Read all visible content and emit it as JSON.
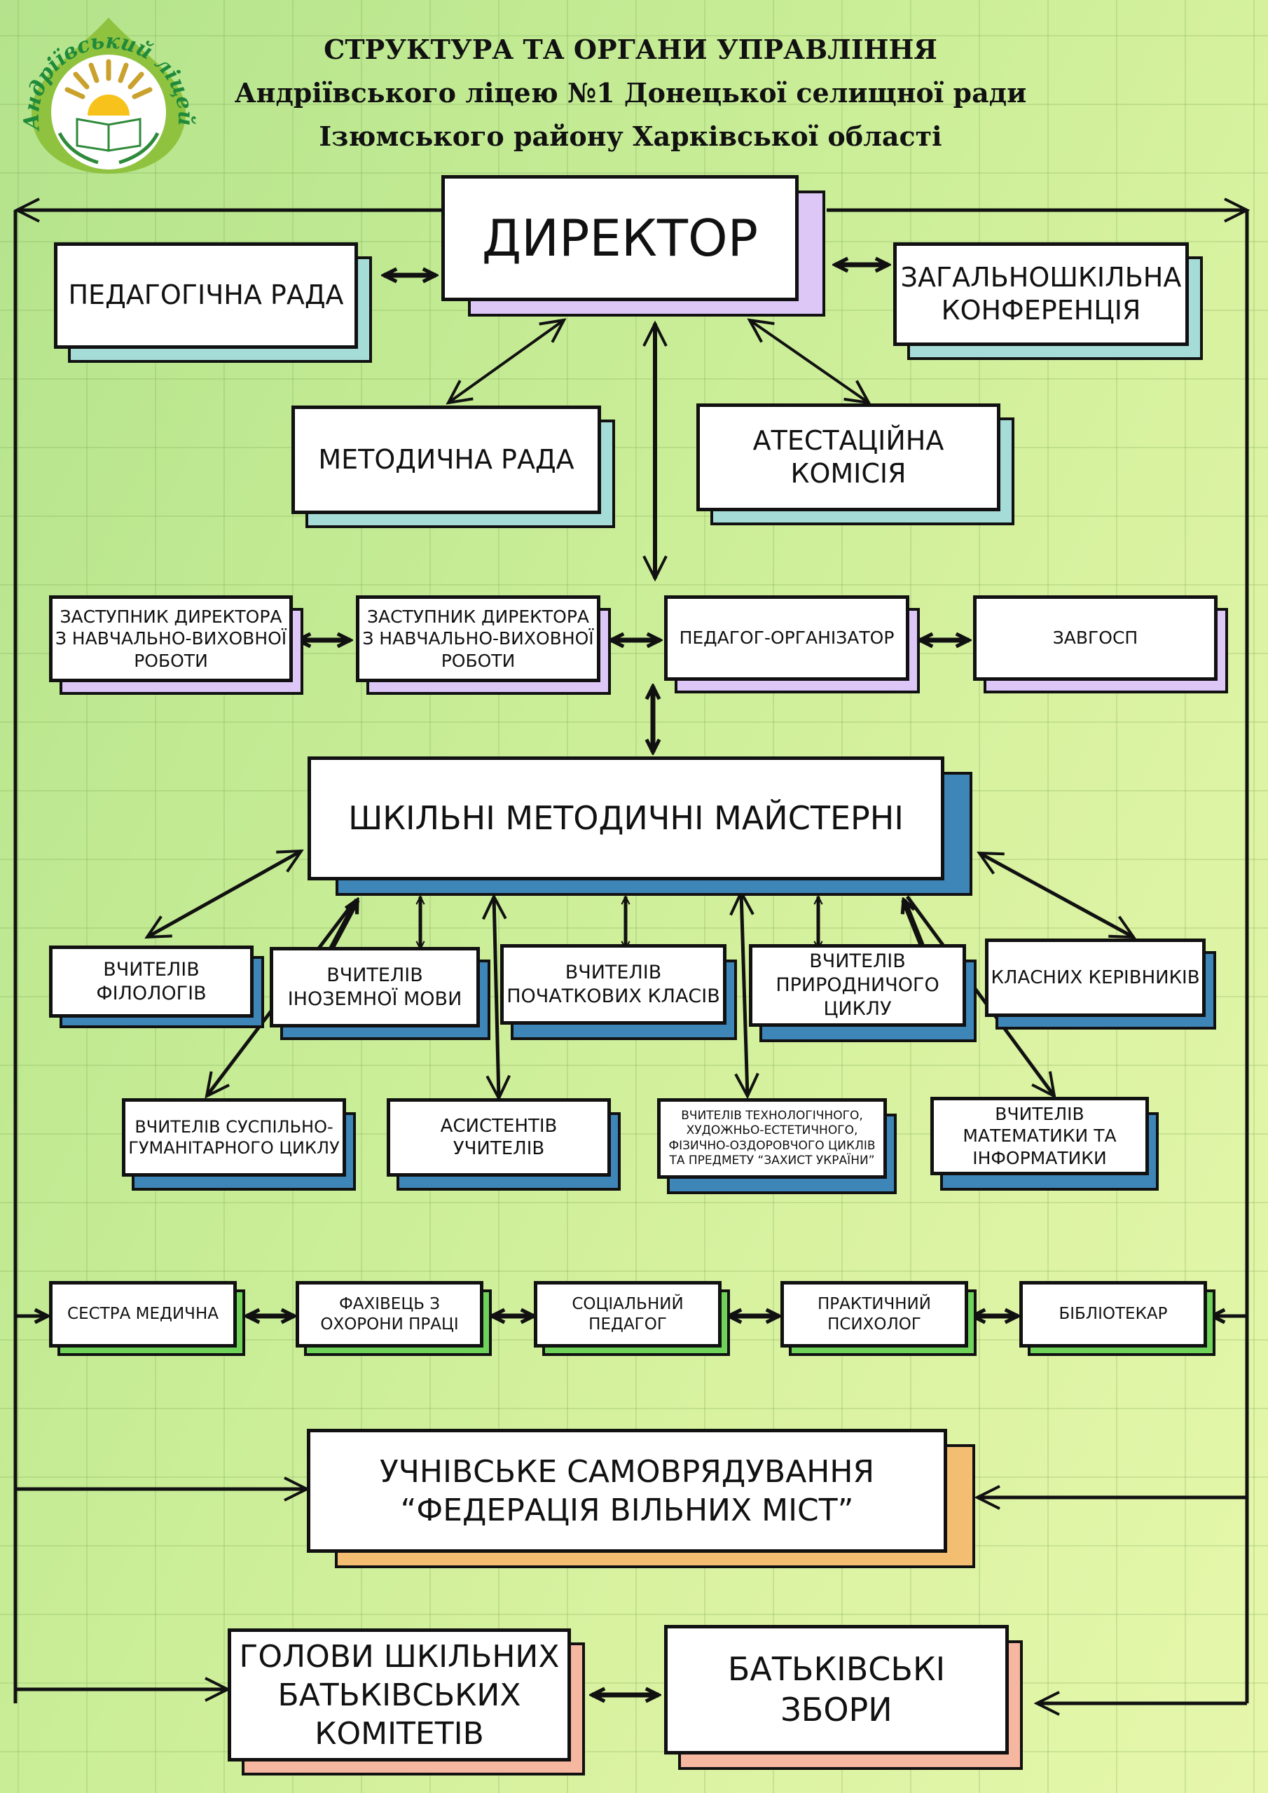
{
  "header": {
    "line1": "СТРУКТУРА ТА ОРГАНИ УПРАВЛІННЯ",
    "line2": "Андріївського ліцею №1 Донецької селищної ради",
    "line3": "Ізюмського району Харківської області"
  },
  "logo": {
    "icon": "school-emblem-icon",
    "arc_text": "Андріївський ліцей №1"
  },
  "colors": {
    "shadow_teal": "#a6dcd8",
    "shadow_lilac": "#dcc7f7",
    "shadow_blue": "#3f86b8",
    "shadow_green": "#6fd35a",
    "shadow_orange": "#f4be72",
    "shadow_salmon": "#f6b7a0",
    "line": "#111111"
  },
  "nodes": {
    "director": "ДИРЕКТОР",
    "ped_council": "ПЕДАГОГІЧНА РАДА",
    "general_conference": "ЗАГАЛЬНОШКІЛЬНА КОНФЕРЕНЦІЯ",
    "method_council": "МЕТОДИЧНА РАДА",
    "attestation": "АТЕСТАЦІЙНА КОМІСІЯ",
    "deputy_1": "ЗАСТУПНИК ДИРЕКТОРА З НАВЧАЛЬНО-ВИХОВНОЇ РОБОТИ",
    "deputy_2": "ЗАСТУПНИК ДИРЕКТОРА З НАВЧАЛЬНО-ВИХОВНОЇ РОБОТИ",
    "ped_organizer": "ПЕДАГОГ-ОРГАНІЗАТОР",
    "supply_manager": "ЗАВГОСП",
    "workshops": "ШКІЛЬНІ МЕТОДИЧНІ МАЙСТЕРНІ",
    "philologists": "ВЧИТЕЛІВ ФІЛОЛОГІВ",
    "foreign_lang": "ВЧИТЕЛІВ ІНОЗЕМНОЇ МОВИ",
    "primary": "ВЧИТЕЛІВ ПОЧАТКОВИХ КЛАСІВ",
    "natural": "ВЧИТЕЛІВ ПРИРОДНИЧОГО ЦИКЛУ",
    "class_leaders": "КЛАСНИХ КЕРІВНИКІВ",
    "social_hum": "ВЧИТЕЛІВ СУСПІЛЬНО-ГУМАНІТАРНОГО ЦИКЛУ",
    "assistants": "АСИСТЕНТІВ УЧИТЕЛІВ",
    "tech_art": "ВЧИТЕЛІВ ТЕХНОЛОГІЧНОГО, ХУДОЖНЬО-ЕСТЕТИЧНОГО, ФІЗИЧНО-ОЗДОРОВЧОГО ЦИКЛІВ ТА ПРЕДМЕТУ “ЗАХИСТ УКРАЇНИ”",
    "math_it": "ВЧИТЕЛІВ МАТЕМАТИКИ ТА ІНФОРМАТИКИ",
    "nurse": "СЕСТРА МЕДИЧНА",
    "safety": "ФАХІВЕЦЬ З ОХОРОНИ ПРАЦІ",
    "social_ped": "СОЦІАЛЬНИЙ ПЕДАГОГ",
    "psychologist": "ПРАКТИЧНИЙ ПСИХОЛОГ",
    "librarian": "БІБЛІОТЕКАР",
    "student_gov": "УЧНІВСЬКЕ САМОВРЯДУВАННЯ “ФЕДЕРАЦІЯ ВІЛЬНИХ МІСТ”",
    "parent_heads": "ГОЛОВИ ШКІЛЬНИХ БАТЬКІВСЬКИХ КОМІТЕТІВ",
    "parent_meeting": "БАТЬКІВСЬКІ ЗБОРИ"
  }
}
